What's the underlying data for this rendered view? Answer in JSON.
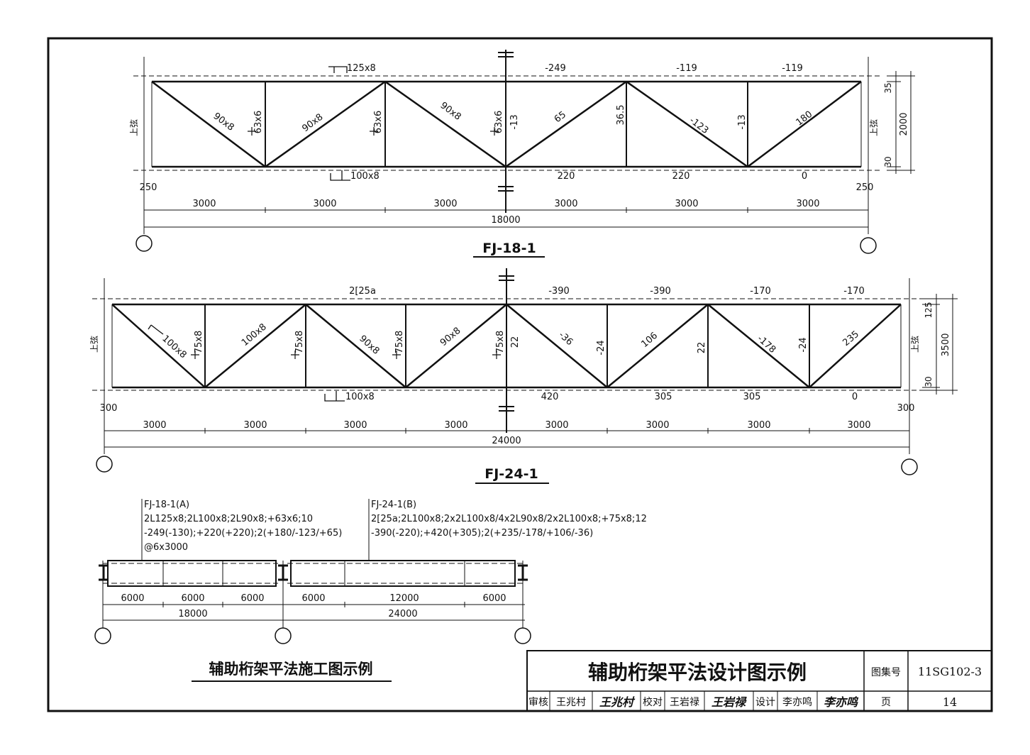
{
  "truss1": {
    "name": "FJ-18-1",
    "top_section": "125x8",
    "bottom_section": "100x8",
    "top_forces": [
      "-249",
      "-119",
      "-119"
    ],
    "bottom_forces": [
      "220",
      "220",
      "0"
    ],
    "left_diagonals": [
      "90x8",
      "90x8",
      "90x8"
    ],
    "left_verticals": [
      "63x6",
      "63x6",
      "63x6"
    ],
    "right_members": [
      "-13",
      "65",
      "36.5",
      "-123",
      "-13",
      "180"
    ],
    "end_label": "上弦",
    "end_dims": [
      "250",
      "250"
    ],
    "bays": [
      "3000",
      "3000",
      "3000",
      "3000",
      "3000",
      "3000"
    ],
    "total": "18000",
    "height_dims": [
      "35",
      "2000",
      "30"
    ]
  },
  "truss2": {
    "name": "FJ-24-1",
    "top_section": "2[25a",
    "bottom_section": "100x8",
    "top_forces": [
      "-390",
      "-390",
      "-170",
      "-170"
    ],
    "bottom_forces": [
      "420",
      "305",
      "305",
      "0"
    ],
    "left_diagonals": [
      "100x8",
      "100x8",
      "90x8",
      "90x8"
    ],
    "left_verticals": [
      "75x8",
      "75x8",
      "75x8",
      "75x8"
    ],
    "right_members": [
      "22",
      "-36",
      "-24",
      "106",
      "22",
      "-178",
      "-24",
      "235"
    ],
    "end_label": "上弦",
    "end_dims": [
      "300",
      "300"
    ],
    "bays": [
      "3000",
      "3000",
      "3000",
      "3000",
      "3000",
      "3000",
      "3000",
      "3000"
    ],
    "total": "24000",
    "height_dims": [
      "125",
      "3500",
      "30"
    ]
  },
  "plan": {
    "note_a": [
      "FJ-18-1(A)",
      "2L125x8;2L100x8;2L90x8;+63x6;10",
      "-249(-130);+220(+220);2(+180/-123/+65)",
      "@6x3000"
    ],
    "note_b": [
      "FJ-24-1(B)",
      "2[25a;2L100x8;2x2L100x8/4x2L90x8/2x2L100x8;+75x8;12",
      "-390(-220);+420(+305);2(+235/-178/+106/-36)"
    ],
    "dims_a": [
      "6000",
      "6000",
      "6000"
    ],
    "dims_b": [
      "6000",
      "12000",
      "6000"
    ],
    "totals": [
      "18000",
      "24000"
    ],
    "caption": "辅助桁架平法施工图示例"
  },
  "title_block": {
    "title": "辅助桁架平法设计图示例",
    "atlas_label": "图集号",
    "atlas_no": "11SG102-3",
    "review_label": "审核",
    "reviewer": "王兆村",
    "reviewer_sig": "王兆村",
    "check_label": "校对",
    "checker": "王岩禄",
    "checker_sig": "王岩禄",
    "design_label": "设计",
    "designer": "李亦鸣",
    "designer_sig": "李亦鸣",
    "page_label": "页",
    "page_no": "14"
  }
}
